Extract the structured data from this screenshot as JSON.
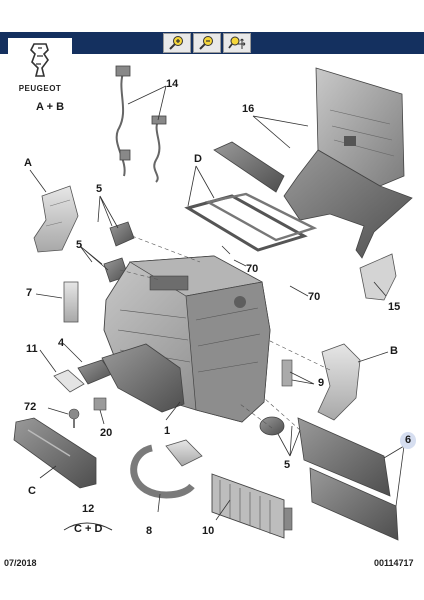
{
  "brand": {
    "name": "PEUGEOT"
  },
  "toolbar": {
    "zoom_in_icon": "magnifier-plus-icon",
    "zoom_out_icon": "magnifier-minus-icon",
    "zoom_move_icon": "magnifier-move-icon"
  },
  "labels": {
    "ab": "A + B",
    "a": "A",
    "b": "B",
    "c": "C",
    "d": "D",
    "cd": "C + D",
    "n5a": "5",
    "n5b": "5",
    "n5c": "5",
    "n6": "6",
    "n7": "7",
    "n8": "8",
    "n9": "9",
    "n10": "10",
    "n11": "11",
    "n4": "4",
    "n1": "1",
    "n12": "12",
    "n14": "14",
    "n15": "15",
    "n16": "16",
    "n20": "20",
    "n70a": "70",
    "n70b": "70",
    "n72": "72"
  },
  "footer": {
    "date": "07/2018",
    "code": "00114717"
  },
  "colors": {
    "header": "#14305f",
    "badge": "#d6def0"
  }
}
